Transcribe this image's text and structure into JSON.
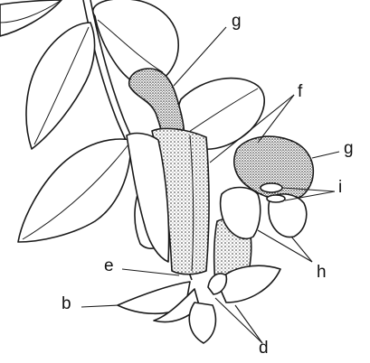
{
  "labels": {
    "g_top": "g",
    "f": "f",
    "g_right": "g",
    "i": "i",
    "h": "h",
    "e": "e",
    "b": "b",
    "d": "d"
  }
}
